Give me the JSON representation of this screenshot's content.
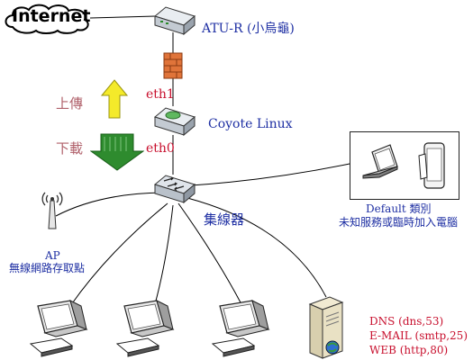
{
  "internet_label": "Internet",
  "router": {
    "name": "ATU-R",
    "note": "(小烏龜)"
  },
  "firewall_interfaces": {
    "outer": "eth1",
    "inner": "eth0"
  },
  "gateway_name": "Coyote Linux",
  "directions": {
    "up": "上傳",
    "down": "下載"
  },
  "switch_label": "集線器",
  "access_point": {
    "name": "AP",
    "description": "無線網路存取點"
  },
  "default_group": {
    "title": "Default 類別",
    "description": "未知服務或臨時加入電腦"
  },
  "server_services": [
    "DNS (dns,53)",
    "E-MAIL (smtp,25)",
    "WEB (http,80)"
  ],
  "colors": {
    "label_blue": "#1e2fa3",
    "interface_red": "#c8102e",
    "direction_mauve": "#b0606a",
    "upload_arrow": "#f4ea2a",
    "download_arrow": "#2e8b2e"
  }
}
